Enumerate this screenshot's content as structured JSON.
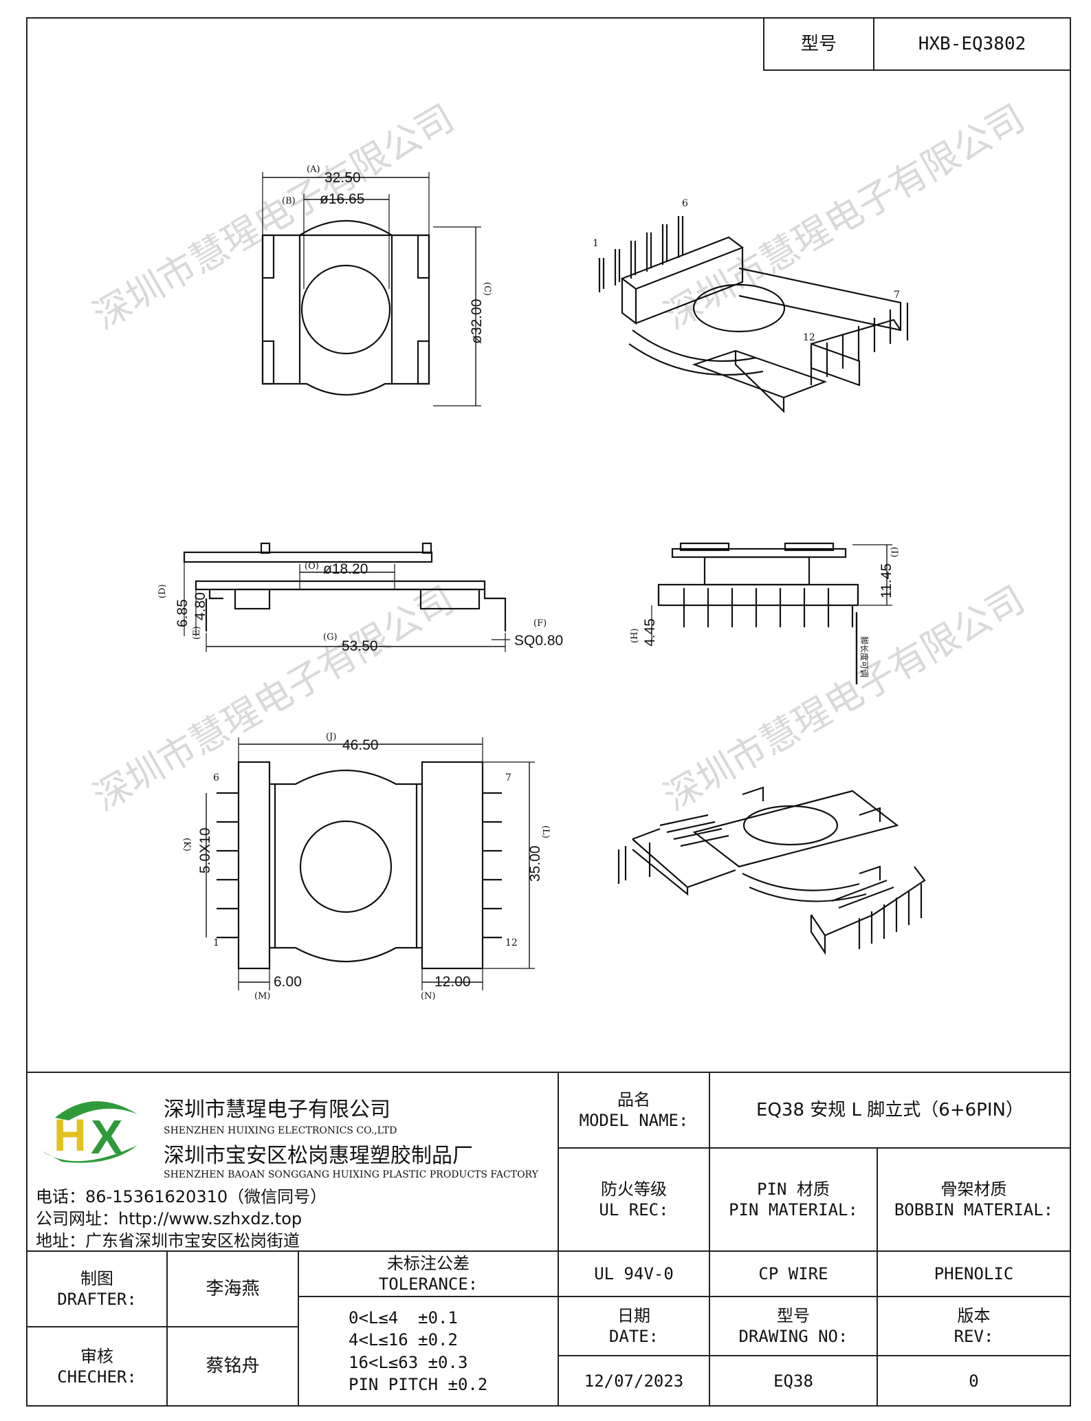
{
  "header": {
    "model_label": "型号",
    "model_value": "HXB-EQ3802"
  },
  "watermark_text": "深圳市慧瑆电子有限公司",
  "drawing": {
    "top_view": {
      "a_tag": "(A)",
      "a_value": "32.50",
      "b_tag": "(B)",
      "b_value": "ø16.65",
      "c_tag": "(C)",
      "c_value": "ø32.00"
    },
    "side_view": {
      "o_tag": "(O)",
      "o_value": "ø18.20",
      "d_tag": "(D)",
      "d_value": "6.85",
      "e_tag": "(E)",
      "e_value": "4.80",
      "g_tag": "(G)",
      "g_value": "53.50",
      "f_tag": "(F)",
      "f_value": "SQ0.80"
    },
    "front_view": {
      "i_tag": "(I)",
      "i_value": "11.45",
      "h_tag": "(H)",
      "h_value": "4.45",
      "note": "脚长度可调"
    },
    "bottom_view": {
      "j_tag": "(J)",
      "j_value": "46.50",
      "k_tag": "(K)",
      "k_value": "5.0X10",
      "l_tag": "(L)",
      "l_value": "35.00",
      "m_tag": "(M)",
      "m_value": "6.00",
      "n_tag": "(N)",
      "n_value": "12.00",
      "pin_6": "6",
      "pin_1": "1",
      "pin_7": "7",
      "pin_12": "12"
    },
    "iso_top": {
      "pin_1": "1",
      "pin_6": "6",
      "pin_7": "7",
      "pin_12": "12"
    }
  },
  "company": {
    "logo_text": "HX",
    "name_cn_1": "深圳市慧瑆电子有限公司",
    "name_en_1": "SHENZHEN HUIXING ELECTRONICS CO.,LTD",
    "name_cn_2": "深圳市宝安区松岗惠瑆塑胶制品厂",
    "name_en_2": "SHENZHEN BAOAN SONGGANG HUIXING PLASTIC PRODUCTS FACTORY",
    "phone": "电话：86-15361620310（微信同号）",
    "website": "公司网址：http://www.szhxdz.top",
    "address": "地址：广东省深圳市宝安区松岗街道"
  },
  "table": {
    "model_name_label_cn": "品名",
    "model_name_label_en": "MODEL NAME:",
    "model_name_value": "EQ38 安规 L 脚立式（6+6PIN）",
    "ul_label_cn": "防火等级",
    "ul_label_en": "UL REC:",
    "pin_material_label_cn": "PIN 材质",
    "pin_material_label_en": "PIN MATERIAL:",
    "bobbin_label_cn": "骨架材质",
    "bobbin_label_en": "BOBBIN MATERIAL:",
    "ul_value": "UL 94V-0",
    "pin_material_value": "CP WIRE",
    "bobbin_value": "PHENOLIC",
    "drafter_label_cn": "制图",
    "drafter_label_en": "DRAFTER:",
    "drafter_value": "李海燕",
    "checker_label_cn": "审核",
    "checker_label_en": "CHECHER:",
    "checker_value": "蔡铭舟",
    "tolerance_label_cn": "未标注公差",
    "tolerance_label_en": "TOLERANCE:",
    "tolerance_lines": [
      "0<L≤4  ±0.1",
      "4<L≤16 ±0.2",
      "16<L≤63 ±0.3",
      "PIN PITCH ±0.2"
    ],
    "date_label_cn": "日期",
    "date_label_en": "DATE:",
    "drawing_no_label_cn": "型号",
    "drawing_no_label_en": "DRAWING NO:",
    "rev_label_cn": "版本",
    "rev_label_en": "REV:",
    "date_value": "12/07/2023",
    "drawing_no_value": "EQ38",
    "rev_value": "0"
  }
}
